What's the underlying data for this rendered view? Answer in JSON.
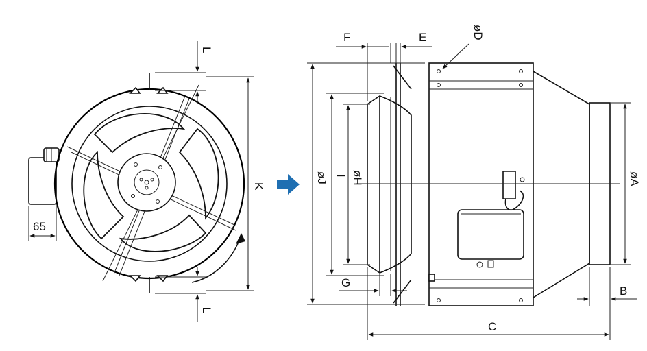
{
  "labels": {
    "L_top": "L",
    "L_bottom": "L",
    "K": "K",
    "dim_65": "65",
    "F": "F",
    "E": "E",
    "D": "øD",
    "J": "øJ",
    "I": "I",
    "H": "øH",
    "A": "øA",
    "G": "G",
    "B": "B",
    "C": "C"
  },
  "arrow": {
    "color": "#1f6fb2",
    "icon": "arrow-right-icon"
  }
}
